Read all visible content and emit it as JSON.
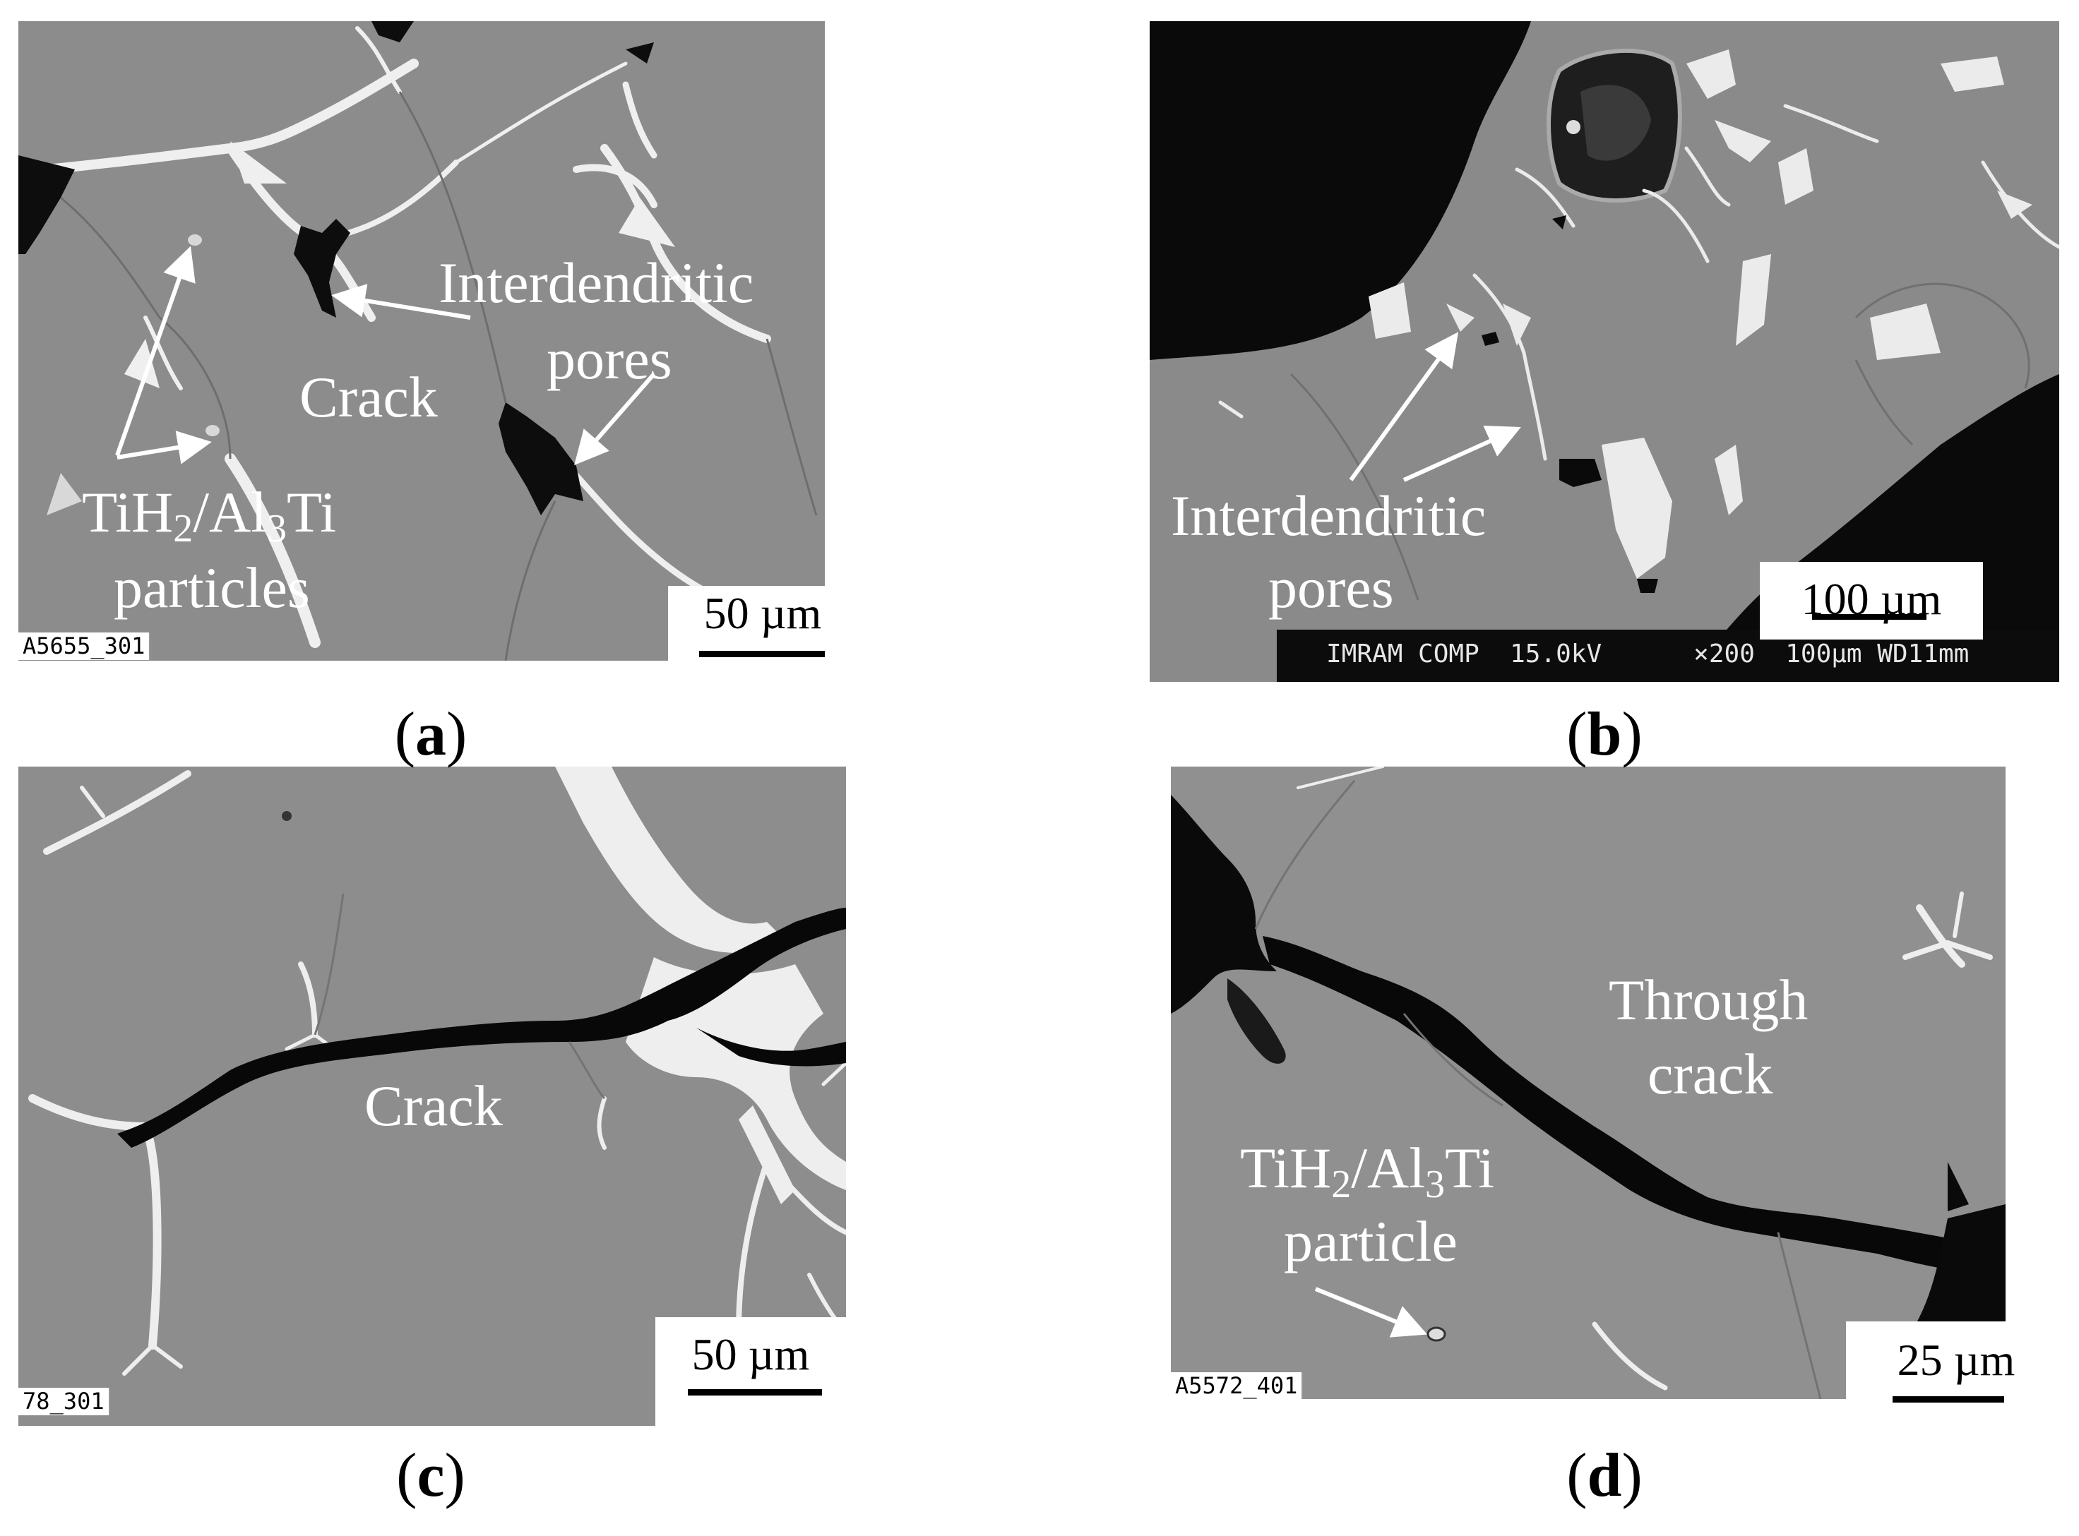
{
  "panels": {
    "a": {
      "caption_letter": "a",
      "labels": {
        "interdendritic": "Interdendritic",
        "pores": "pores",
        "crack": "Crack",
        "tih2_pre": "TiH",
        "tih2_sub": "2",
        "al_mid": "/Al",
        "al_sub": "3",
        "ti_post": "Ti",
        "particles": "particles"
      },
      "scale": "50 µm",
      "tag": "A5655_301"
    },
    "b": {
      "caption_letter": "b",
      "labels": {
        "interdendritic": "Interdendritic",
        "pores": "pores"
      },
      "scale": "100 µm",
      "sem_info": "IMRAM COMP  15.0kV      ×200  100µm WD11mm"
    },
    "c": {
      "caption_letter": "c",
      "labels": {
        "crack": "Crack"
      },
      "scale": "50 µm",
      "tag": "78_301"
    },
    "d": {
      "caption_letter": "d",
      "labels": {
        "through": "Through",
        "crack": "crack",
        "tih2_pre": "TiH",
        "tih2_sub": "2",
        "al_mid": "/Al",
        "al_sub": "3",
        "ti_post": "Ti",
        "particle": "particle"
      },
      "scale": "25 µm",
      "tag": "A5572_401"
    }
  },
  "colors": {
    "matrix": "#8e8e8e",
    "pore": "#0a0a0a",
    "eutectic": "#f2f2f2"
  }
}
